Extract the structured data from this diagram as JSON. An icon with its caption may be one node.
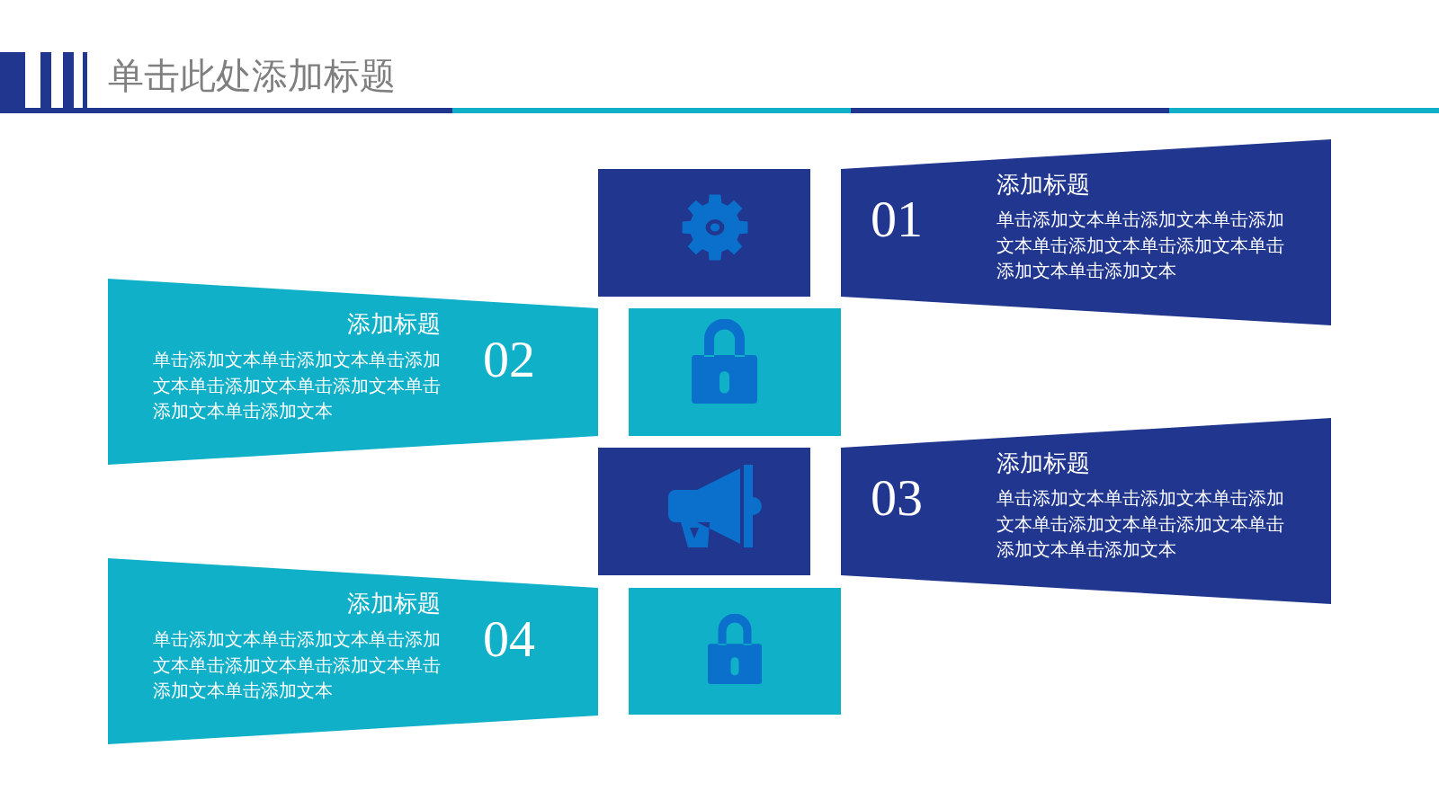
{
  "diagram": {
    "title": "单击此处添加标题",
    "nodes": [
      {
        "text": [],
        "shape": "box"
      },
      {
        "text": [
          "01",
          "添加标题",
          "单击添加文本单击添加文本单击添加文本单击添加文本单击添加文本单击添加文本单击添加文本"
        ]
      },
      {
        "text": [
          "02",
          "添加标题",
          "单击添加文本单击添加文本单击添加文本单击添加文本单击添加文本单击添加文本单击添加文本"
        ]
      },
      {
        "text": [],
        "shape": "box"
      },
      {
        "text": [],
        "shape": "box"
      },
      {
        "text": [
          "03",
          "添加标题",
          "单击添加文本单击添加文本单击添加文本单击添加文本单击添加文本单击添加文本单击添加文本"
        ]
      },
      {
        "text": [
          "04",
          "添加标题",
          "单击添加文本单击添加文本单击添加文本单击添加文本单击添加文本单击添加文本单击添加文本"
        ]
      },
      {
        "text": [],
        "shape": "box"
      }
    ]
  }
}
